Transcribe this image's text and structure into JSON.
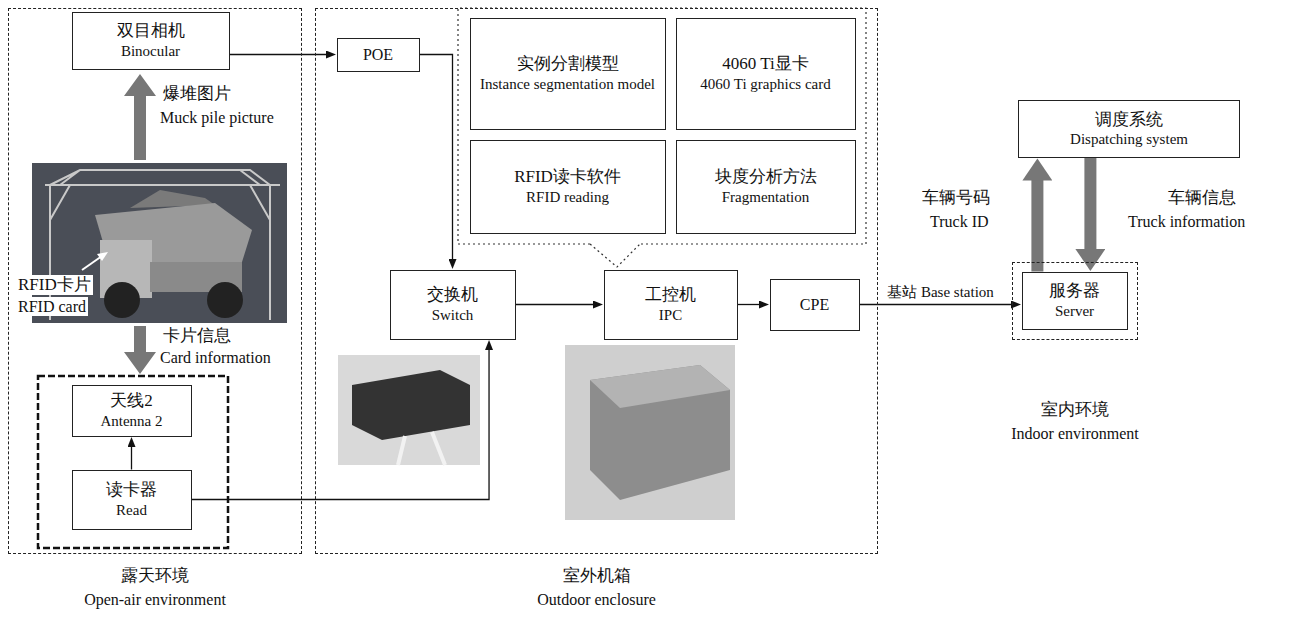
{
  "diagram": {
    "nodes": [
      {
        "text": [
          "露天环境",
          "Open-air environment"
        ]
      },
      {
        "text": [
          "双目相机",
          "Binocular"
        ],
        "in": 0
      },
      {
        "text": [
          "天线2",
          "Antenna 2"
        ],
        "in": 0
      },
      {
        "text": [
          "读卡器",
          "Read"
        ],
        "in": 0
      },
      {
        "text": [
          "室外机箱",
          "Outdoor enclosure"
        ]
      },
      {
        "text": [
          "POE"
        ],
        "in": 4
      },
      {
        "text": [
          "实例分割模型",
          "Instance segmentation model"
        ],
        "in": 4
      },
      {
        "text": [
          "4060 Ti显卡",
          "4060 Ti graphics card"
        ],
        "in": 4
      },
      {
        "text": [
          "RFID读卡软件",
          "RFID reading"
        ],
        "in": 4
      },
      {
        "text": [
          "块度分析方法",
          "Fragmentation"
        ],
        "in": 4
      },
      {
        "text": [
          "交换机",
          "Switch"
        ],
        "in": 4
      },
      {
        "text": [
          "工控机",
          "IPC"
        ],
        "in": 4
      },
      {
        "text": [
          "CPE"
        ],
        "in": 4
      },
      {
        "text": [
          "室内环境",
          "Indoor environment"
        ]
      },
      {
        "text": [
          "服务器",
          "Server"
        ],
        "in": 13
      },
      {
        "text": [
          "调度系统",
          "Dispatching system"
        ]
      }
    ],
    "edges": [
      {
        "from": 1,
        "to": 5,
        "arrow": "to"
      },
      {
        "from": 3,
        "to": 2,
        "arrow": "to"
      },
      {
        "from": 3,
        "to": 10,
        "arrow": "to"
      },
      {
        "from": 5,
        "to": 10,
        "arrow": "to"
      },
      {
        "from": 10,
        "to": 11,
        "arrow": "to"
      },
      {
        "from": 11,
        "to": 12,
        "arrow": "to"
      },
      {
        "from": 12,
        "to": 14,
        "label": "基站 Base station",
        "arrow": "to"
      },
      {
        "from": 14,
        "to": 15,
        "arrow": "to"
      },
      {
        "from": 15,
        "to": 14,
        "arrow": "to"
      }
    ],
    "labels": [
      "RFID卡片",
      "RFID card",
      "爆堆图片",
      "Muck pile picture",
      "卡片信息",
      "Card information",
      "车辆号码",
      "Truck ID",
      "车辆信息",
      "Truck information"
    ]
  }
}
